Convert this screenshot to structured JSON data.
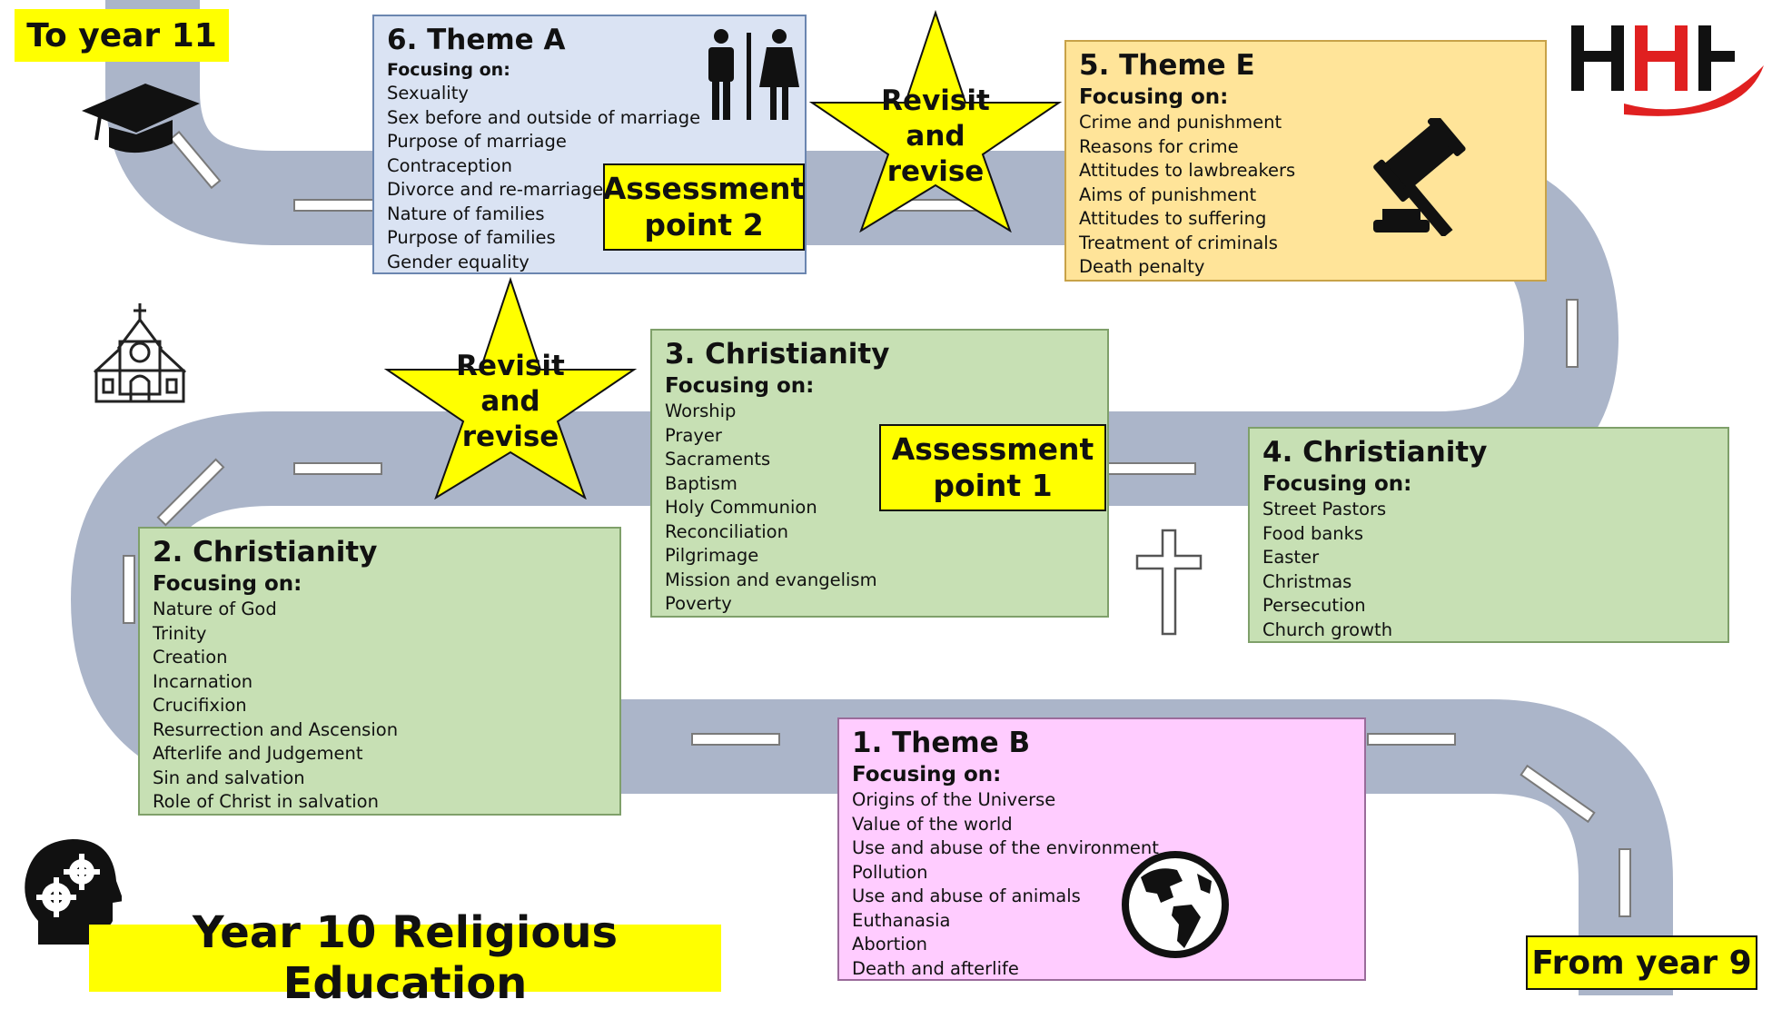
{
  "top_label": "To year 11",
  "bottom_label": "From year 9",
  "main_title": "Year 10 Religious Education",
  "revisit_star_1": "Revisit and revise",
  "revisit_star_2": "Revisit and revise",
  "assessment_1": "Assessment point 1",
  "assessment_2": "Assessment point 2",
  "units": {
    "theme_b": {
      "title": "1.  Theme B",
      "focus": "Focusing on:",
      "topics": [
        "Origins of the Universe",
        "Value of the world",
        "Use and abuse of the environment",
        "Pollution",
        "Use and abuse of animals",
        "Euthanasia",
        "Abortion",
        "Death and afterlife"
      ]
    },
    "christianity_2": {
      "title": "2. Christianity",
      "focus": "Focusing on:",
      "topics": [
        "Nature of God",
        "Trinity",
        "Creation",
        "Incarnation",
        "Crucifixion",
        "Resurrection and Ascension",
        "Afterlife and Judgement",
        "Sin and salvation",
        "Role of Christ in salvation"
      ]
    },
    "christianity_3": {
      "title": "3. Christianity",
      "focus": "Focusing on:",
      "topics": [
        "Worship",
        "Prayer",
        "Sacraments",
        "Baptism",
        "Holy Communion",
        "Reconciliation",
        "Pilgrimage",
        "Mission and evangelism",
        "Poverty"
      ]
    },
    "christianity_4": {
      "title": "4. Christianity",
      "focus": "Focusing on:",
      "topics": [
        "Street Pastors",
        "Food banks",
        "Easter",
        "Christmas",
        "Persecution",
        "Church growth"
      ]
    },
    "theme_e": {
      "title": "5. Theme E",
      "focus": "Focusing on:",
      "topics": [
        "Crime and punishment",
        "Reasons for crime",
        "Attitudes to lawbreakers",
        "Aims of punishment",
        "Attitudes to suffering",
        "Treatment of criminals",
        "Death penalty"
      ]
    },
    "theme_a": {
      "title": "6. Theme A",
      "focus": "Focusing on:",
      "topics": [
        "Sexuality",
        "Sex before and outside of marriage",
        "Purpose of marriage",
        "Contraception",
        "Divorce and re-marriage",
        "Nature of families",
        "Purpose of families",
        "Gender equality"
      ]
    }
  },
  "icons": {
    "graduation": "graduation-cap-icon",
    "church": "church-icon",
    "cross": "cross-icon",
    "people": "man-woman-icon",
    "gavel": "gavel-icon",
    "globe": "globe-icon",
    "head": "head-gears-icon",
    "logo": "school-logo"
  },
  "colors": {
    "road": "#abb5c9",
    "yellow": "#ffff00",
    "green": "#c7e0b4",
    "blue": "#dae3f3",
    "orange": "#ffe499",
    "pink": "#ffccff",
    "logo_red": "#e02020"
  }
}
